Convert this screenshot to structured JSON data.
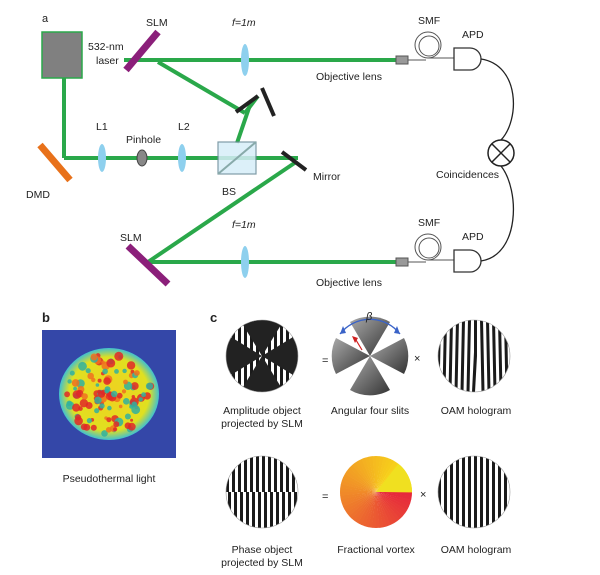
{
  "panels": {
    "a": "a",
    "b": "b",
    "c": "c"
  },
  "setup": {
    "laser": [
      "532-nm",
      "laser"
    ],
    "slm_top": "SLM",
    "slm_bottom": "SLM",
    "focal_top": "f=1m",
    "focal_bottom": "f=1m",
    "smf_top": "SMF",
    "smf_bottom": "SMF",
    "apd_top": "APD",
    "apd_bottom": "APD",
    "objective_top": "Objective lens",
    "objective_bottom": "Objective lens",
    "l1": "L1",
    "pinhole": "Pinhole",
    "l2": "L2",
    "dmd": "DMD",
    "bs": "BS",
    "mirror": "Mirror",
    "coincidences": "Coincidences"
  },
  "panel_b": {
    "caption": "Pseudothermal light"
  },
  "panel_c": {
    "amplitude_caption": [
      "Amplitude object",
      "projected by SLM"
    ],
    "slits_caption": "Angular four slits",
    "oam_caption_top": "OAM hologram",
    "phase_caption": [
      "Phase object",
      "projected by SLM"
    ],
    "vortex_caption": "Fractional vortex",
    "oam_caption_bottom": "OAM hologram",
    "beta": "β",
    "equals": "=",
    "times": "×"
  },
  "colors": {
    "beam": "#2aa84a",
    "slm": "#8b1f7a",
    "dmd": "#e8711a",
    "lens": "#8ed0ee",
    "laser_fill": "#808080",
    "laser_border": "#2aa84a"
  }
}
